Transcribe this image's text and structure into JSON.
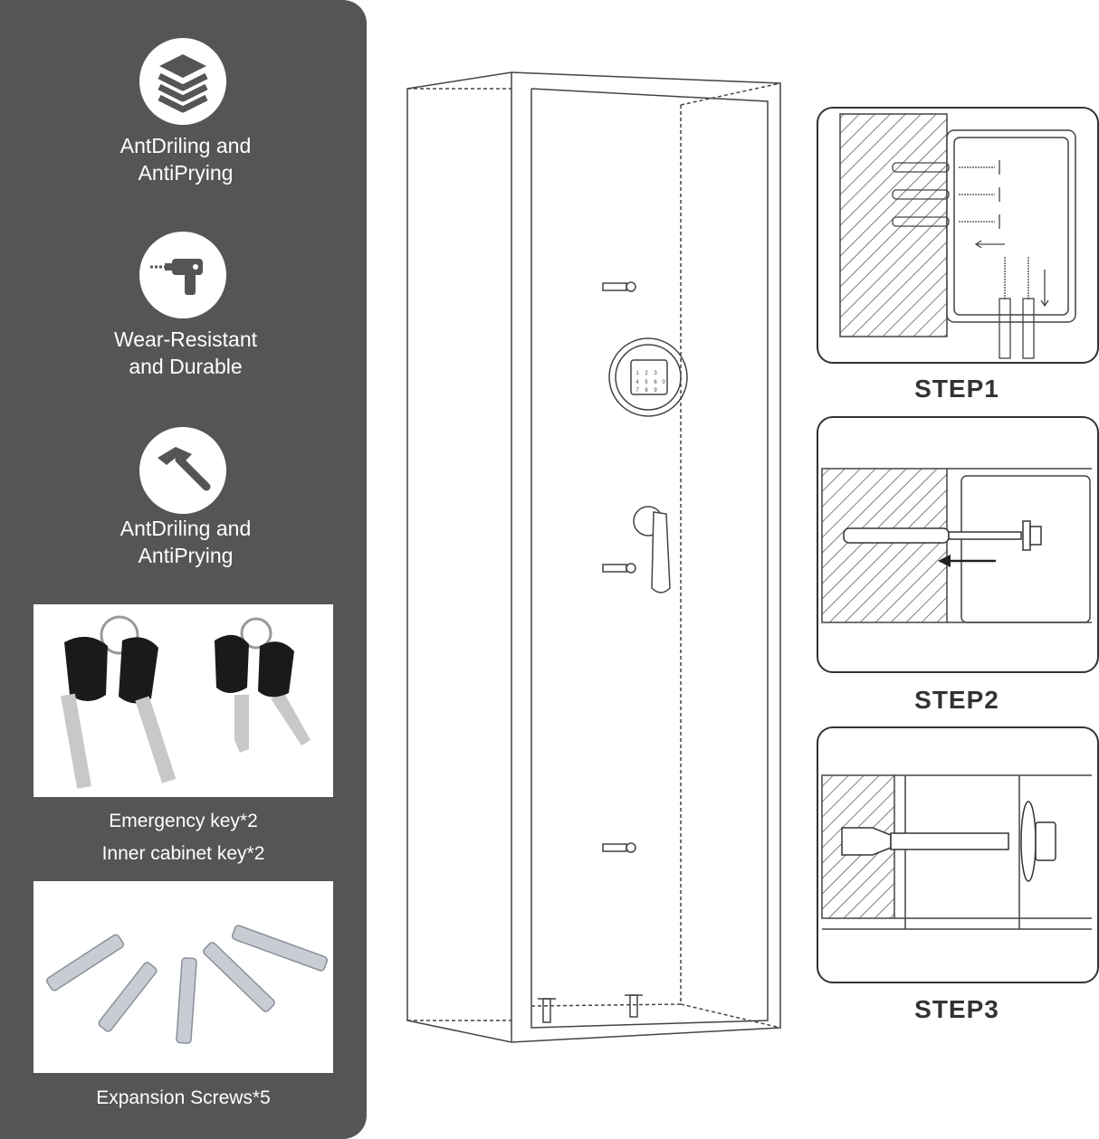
{
  "features": [
    {
      "icon": "layers-icon",
      "label_line1": "AntDriling and",
      "label_line2": "AntiPrying"
    },
    {
      "icon": "drill-icon",
      "label_line1": "Wear-Resistant",
      "label_line2": "and Durable"
    },
    {
      "icon": "hammer-icon",
      "label_line1": "AntDriling and",
      "label_line2": "AntiPrying"
    }
  ],
  "accessories": {
    "keys_caption_line1": "Emergency key*2",
    "keys_caption_line2": "Inner cabinet key*2",
    "screws_caption": "Expansion Screws*5"
  },
  "keypad": {
    "keys": [
      "1",
      "2",
      "3",
      "4",
      "5",
      "6",
      "7",
      "8",
      "9",
      "0"
    ]
  },
  "steps": [
    {
      "label": "STEP1"
    },
    {
      "label": "STEP2"
    },
    {
      "label": "STEP3"
    }
  ],
  "colors": {
    "sidebar": "#555555",
    "line": "#333333",
    "text_dark": "#333333",
    "text_light": "#ffffff"
  }
}
